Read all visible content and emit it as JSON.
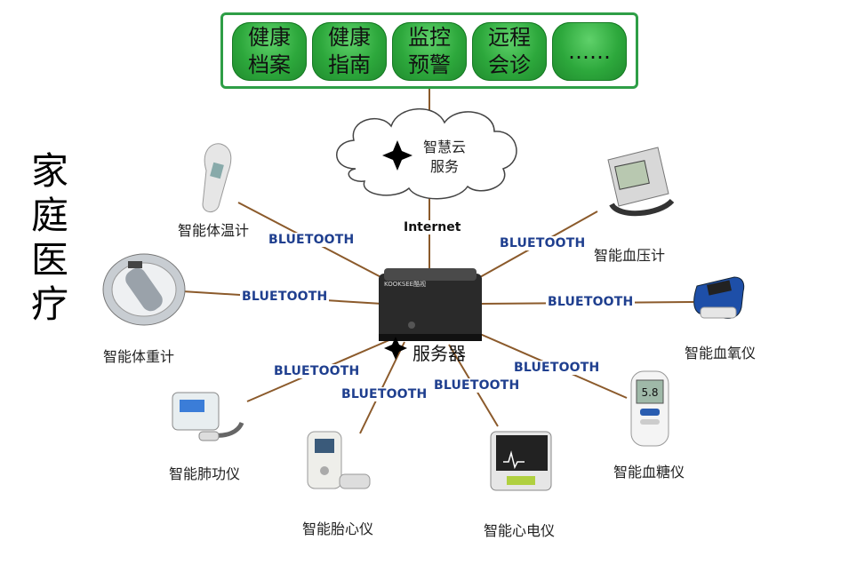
{
  "services": [
    {
      "line1": "健康",
      "line2": "档案"
    },
    {
      "line1": "健康",
      "line2": "指南"
    },
    {
      "line1": "监控",
      "line2": "预警"
    },
    {
      "line1": "远程",
      "line2": "会诊"
    },
    {
      "line1": "……",
      "line2": ""
    }
  ],
  "side_title": [
    "家",
    "庭",
    "医",
    "疗"
  ],
  "cloud": {
    "line1": "智慧云",
    "line2": "服务"
  },
  "internet_label": "Internet",
  "server": {
    "label": "服务器",
    "brand": "KOOKSEE酷视"
  },
  "bluetooth_label": "BLUETOOTH",
  "devices": {
    "thermometer": "智能体温计",
    "bp_monitor": "智能血压计",
    "scale": "智能体重计",
    "oximeter": "智能血氧仪",
    "spirometer": "智能肺功仪",
    "glucometer": "智能血糖仪",
    "fetal_monitor": "智能胎心仪",
    "ecg": "智能心电仪"
  },
  "glucometer_reading": "5.8",
  "colors": {
    "service_green": "#2da83c",
    "frame_green": "#2e9e46",
    "bluetooth_blue": "#1f3f8f",
    "line_brown": "#8b5a2b"
  }
}
